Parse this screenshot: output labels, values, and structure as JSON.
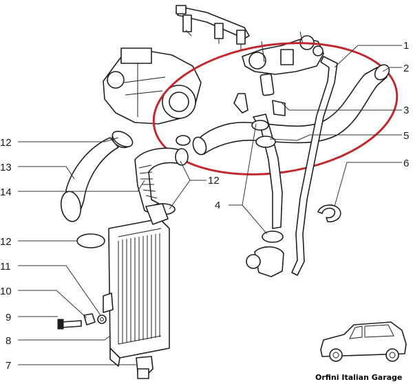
{
  "diagram": {
    "callouts": [
      {
        "id": "1",
        "text": "1"
      },
      {
        "id": "2",
        "text": "2"
      },
      {
        "id": "3",
        "text": "3"
      },
      {
        "id": "5",
        "text": "5"
      },
      {
        "id": "6",
        "text": "6"
      },
      {
        "id": "12a",
        "text": "12"
      },
      {
        "id": "13",
        "text": "13"
      },
      {
        "id": "14",
        "text": "14"
      },
      {
        "id": "12b",
        "text": "12"
      },
      {
        "id": "4",
        "text": "4"
      },
      {
        "id": "12c",
        "text": "12"
      },
      {
        "id": "11",
        "text": "11"
      },
      {
        "id": "10",
        "text": "10"
      },
      {
        "id": "9",
        "text": "9"
      },
      {
        "id": "8",
        "text": "8"
      },
      {
        "id": "7",
        "text": "7"
      }
    ],
    "highlight_color": "#c0282d",
    "line_color": "#1e1e1e"
  },
  "brand": {
    "text": "Orfini Italian Garage"
  }
}
